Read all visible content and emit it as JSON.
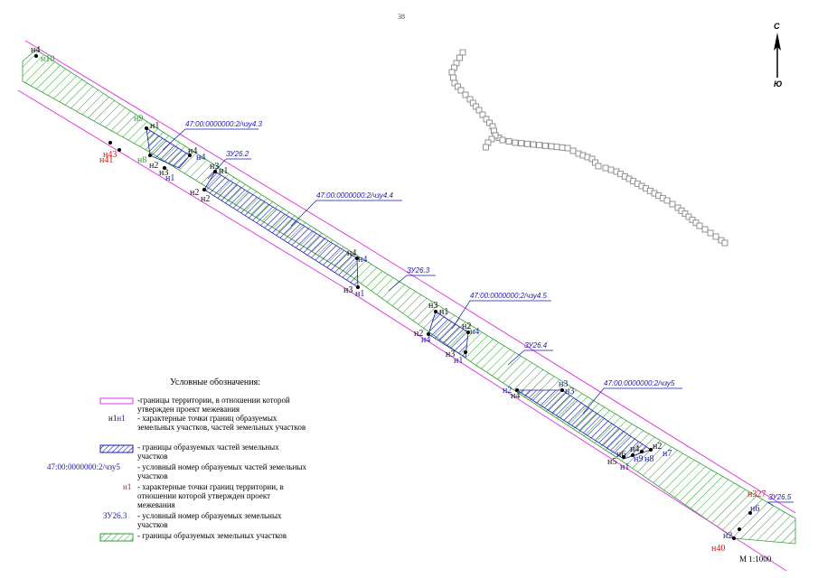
{
  "page_number": "38",
  "north_arrow": {
    "north": "С",
    "south": "Ю",
    "icon": "north-arrow-icon"
  },
  "scale": "М 1:1000",
  "colors": {
    "boundary": "#e23ae6",
    "part_hatch": "#1a1ab0",
    "plot_hatch": "#2f9e2f",
    "blue_label": "#1a1ab0",
    "red_label": "#dd1111",
    "green_label": "#2f9e2f"
  },
  "labels": {
    "cadastral": [
      "47:00:0000000:2/чзу4.3",
      "47:00:0000000:2/чзу4.4",
      "47:00:0000000:2/чзу4.5",
      "47:00:0000000:2/чзу5"
    ],
    "plots": [
      "ЗУ26.2",
      "ЗУ26.3",
      "ЗУ26.4",
      "ЗУ26.5"
    ],
    "points": {
      "n4": "н4",
      "n10": "н10",
      "n9": "н9",
      "n1": "н1",
      "n2": "н2",
      "n3": "н3",
      "n5": "н5",
      "n6": "н6",
      "n7": "н7",
      "n8": "н8",
      "n41": "н41",
      "n43": "н43",
      "n327": "н327",
      "n40": "н40"
    }
  },
  "legend": {
    "title": "Условные обозначения:",
    "items": [
      {
        "symbol": "boundary-rect",
        "text": "-границы территории, в отношении которой утвержден проект межевания"
      },
      {
        "symbol": "point-pair",
        "sym_text_a": "н1",
        "sym_text_b": "н1",
        "text": "- характерные точки границ образуемых земельных участков, частей земельных участков"
      },
      {
        "symbol": "blue-hatch",
        "text": "- границы образуемых частей земельных участков"
      },
      {
        "symbol": "cad-label",
        "sym_text": "47:00:0000000:2/чзу5",
        "text": "- условный номер образуемых частей земельных участков"
      },
      {
        "symbol": "red-point",
        "sym_text": "н1",
        "text": "- характерные точки границ территории, в отношении которой утвержден проект межевания"
      },
      {
        "symbol": "plot-label",
        "sym_text": "ЗУ26.3",
        "text": "- условный номер образуемых земельных участков"
      },
      {
        "symbol": "green-hatch",
        "text": "- границы образуемых земельных участков"
      }
    ]
  }
}
